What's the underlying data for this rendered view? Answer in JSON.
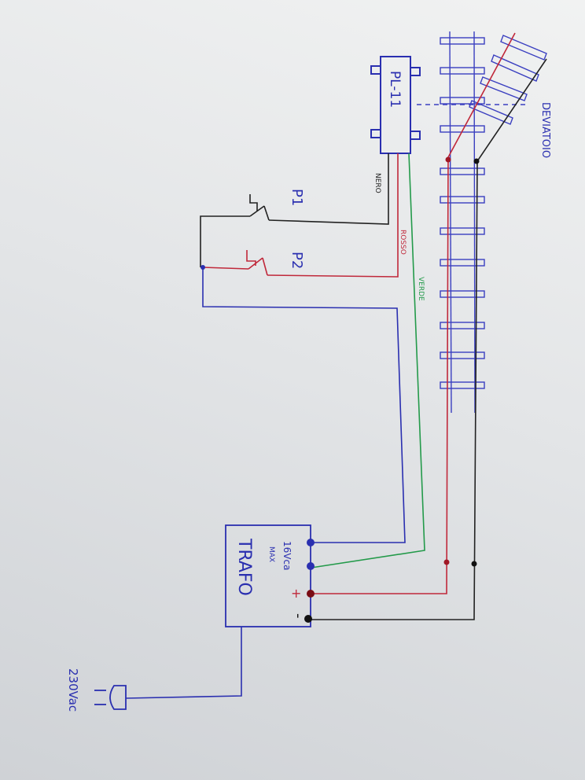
{
  "labels": {
    "device": "PL-11",
    "wire_black": "NERO",
    "wire_red": "ROSSO",
    "wire_green": "VERDE",
    "button1": "P1",
    "button2": "P2",
    "turnout": "DEVIATOIO",
    "trafo_rating_1": "16Vca",
    "trafo_rating_2": "MAX",
    "trafo": "TRAFO",
    "plus": "+",
    "minus": "-",
    "mains": "230Vac"
  },
  "colors": {
    "blue": "#2a2fb0",
    "red": "#c0283a",
    "green": "#239a4a",
    "black": "#222222",
    "darkred": "#7a0c14"
  }
}
